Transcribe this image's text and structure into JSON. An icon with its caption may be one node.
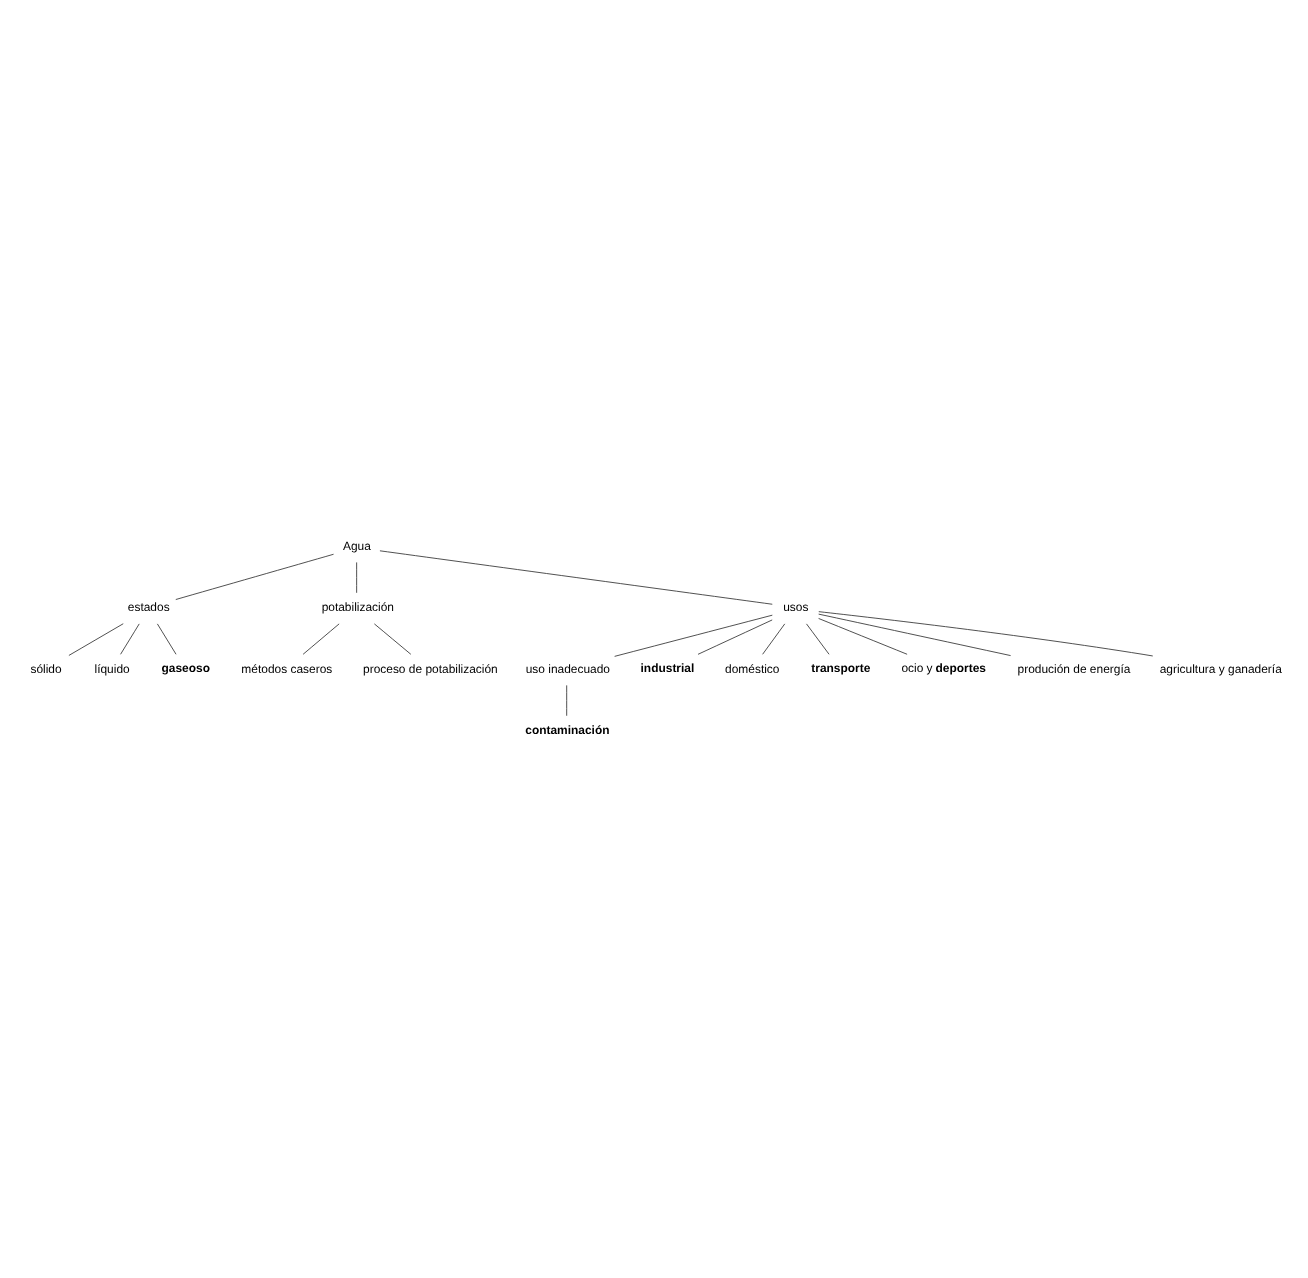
{
  "diagram": {
    "nodes": [
      {
        "text": [
          "Agua"
        ]
      },
      {
        "text": [
          "estados"
        ]
      },
      {
        "text": [
          "potabilización"
        ]
      },
      {
        "text": [
          "sólido"
        ]
      },
      {
        "text": [
          "líquido"
        ]
      },
      {
        "text": [
          "gaseoso"
        ]
      },
      {
        "text": [
          "métodos caseros"
        ]
      },
      {
        "text": [
          "proceso de potabilización"
        ]
      },
      {
        "text": [
          "usos"
        ]
      },
      {
        "text": [
          "uso inadecuado"
        ]
      },
      {
        "text": [
          "contaminación"
        ]
      },
      {
        "text": [
          "industrial"
        ]
      },
      {
        "text": [
          "doméstico"
        ]
      },
      {
        "text": [
          "transporte"
        ]
      },
      {
        "text": [
          "ocio y **deportes**"
        ]
      },
      {
        "text": [
          "produción de energía"
        ]
      },
      {
        "text": [
          "agricultura y ganadería"
        ]
      }
    ],
    "edges": [
      {
        "from": 0,
        "to": 1,
        "arrow": "none"
      },
      {
        "from": 0,
        "to": 2,
        "arrow": "none"
      },
      {
        "from": 0,
        "to": 8,
        "arrow": "none"
      },
      {
        "from": 1,
        "to": 3,
        "arrow": "none"
      },
      {
        "from": 1,
        "to": 4,
        "arrow": "none"
      },
      {
        "from": 1,
        "to": 5,
        "arrow": "none"
      },
      {
        "from": 2,
        "to": 6,
        "arrow": "none"
      },
      {
        "from": 2,
        "to": 7,
        "arrow": "none"
      },
      {
        "from": 8,
        "to": 9,
        "arrow": "none"
      },
      {
        "from": 9,
        "to": 10,
        "arrow": "none"
      },
      {
        "from": 8,
        "to": 11,
        "arrow": "none"
      },
      {
        "from": 8,
        "to": 12,
        "arrow": "none"
      },
      {
        "from": 8,
        "to": 13,
        "arrow": "none"
      },
      {
        "from": 8,
        "to": 14,
        "arrow": "none"
      },
      {
        "from": 8,
        "to": 15,
        "arrow": "none"
      },
      {
        "from": 8,
        "to": 16,
        "arrow": "none"
      }
    ]
  }
}
